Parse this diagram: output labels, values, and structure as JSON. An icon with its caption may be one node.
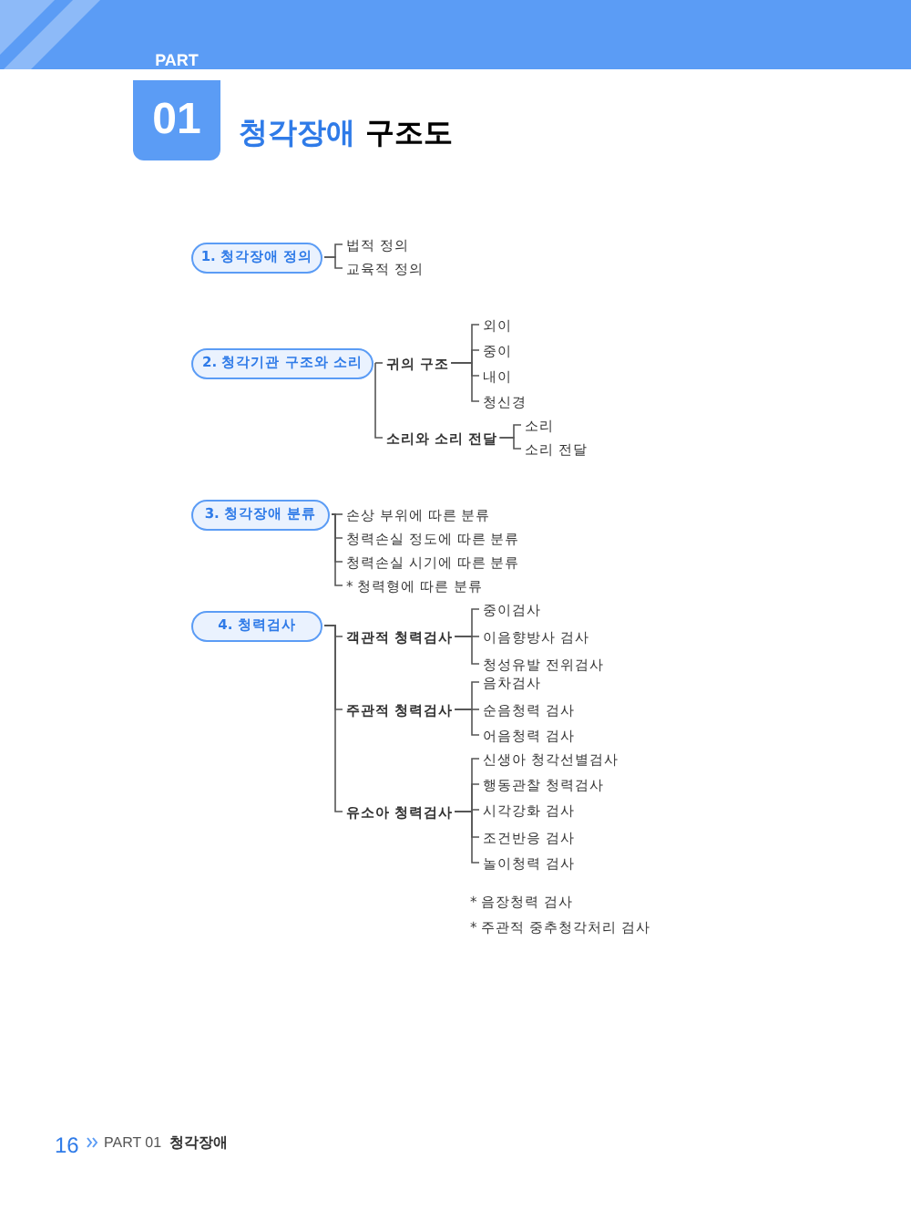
{
  "diagram": {
    "title": "청각장애 구조도",
    "nodes": [
      {
        "text": [
          "1. 청각장애 정의"
        ]
      },
      {
        "text": [
          "법적 정의"
        ]
      },
      {
        "text": [
          "교육적 정의"
        ]
      },
      {
        "text": [
          "2. 청각기관 구조와 소리"
        ]
      },
      {
        "text": [
          "귀의 구조"
        ]
      },
      {
        "text": [
          "외이"
        ]
      },
      {
        "text": [
          "중이"
        ]
      },
      {
        "text": [
          "내이"
        ]
      },
      {
        "text": [
          "청신경"
        ]
      },
      {
        "text": [
          "소리와 소리 전달"
        ]
      },
      {
        "text": [
          "소리"
        ]
      },
      {
        "text": [
          "소리 전달"
        ]
      },
      {
        "text": [
          "3. 청각장애 분류"
        ]
      },
      {
        "text": [
          "손상 부위에 따른 분류"
        ]
      },
      {
        "text": [
          "청력손실 정도에 따른 분류"
        ]
      },
      {
        "text": [
          "청력손실 시기에 따른 분류"
        ]
      },
      {
        "text": [
          "* 청력형에 따른 분류"
        ]
      },
      {
        "text": [
          "4. 청력검사"
        ]
      },
      {
        "text": [
          "객관적 청력검사"
        ]
      },
      {
        "text": [
          "중이검사"
        ]
      },
      {
        "text": [
          "이음향방사 검사"
        ]
      },
      {
        "text": [
          "청성유발 전위검사"
        ]
      },
      {
        "text": [
          "주관적 청력검사"
        ]
      },
      {
        "text": [
          "음차검사"
        ]
      },
      {
        "text": [
          "순음청력 검사"
        ]
      },
      {
        "text": [
          "어음청력 검사"
        ]
      },
      {
        "text": [
          "유소아 청력검사"
        ]
      },
      {
        "text": [
          "신생아 청각선별검사"
        ]
      },
      {
        "text": [
          "행동관찰 청력검사"
        ]
      },
      {
        "text": [
          "시각강화 검사"
        ]
      },
      {
        "text": [
          "조건반응 검사"
        ]
      },
      {
        "text": [
          "놀이청력 검사"
        ]
      }
    ],
    "edges": [
      {
        "from": 0,
        "to": 1,
        "arrow": "none"
      },
      {
        "from": 0,
        "to": 2,
        "arrow": "none"
      },
      {
        "from": 3,
        "to": 4,
        "arrow": "none"
      },
      {
        "from": 3,
        "to": 9,
        "arrow": "none"
      },
      {
        "from": 4,
        "to": 5,
        "arrow": "none"
      },
      {
        "from": 4,
        "to": 6,
        "arrow": "none"
      },
      {
        "from": 4,
        "to": 7,
        "arrow": "none"
      },
      {
        "from": 4,
        "to": 8,
        "arrow": "none"
      },
      {
        "from": 9,
        "to": 10,
        "arrow": "none"
      },
      {
        "from": 9,
        "to": 11,
        "arrow": "none"
      },
      {
        "from": 12,
        "to": 13,
        "arrow": "none"
      },
      {
        "from": 12,
        "to": 14,
        "arrow": "none"
      },
      {
        "from": 12,
        "to": 15,
        "arrow": "none"
      },
      {
        "from": 12,
        "to": 16,
        "arrow": "none"
      },
      {
        "from": 17,
        "to": 18,
        "arrow": "none"
      },
      {
        "from": 17,
        "to": 22,
        "arrow": "none"
      },
      {
        "from": 17,
        "to": 26,
        "arrow": "none"
      },
      {
        "from": 18,
        "to": 19,
        "arrow": "none"
      },
      {
        "from": 18,
        "to": 20,
        "arrow": "none"
      },
      {
        "from": 18,
        "to": 21,
        "arrow": "none"
      },
      {
        "from": 22,
        "to": 23,
        "arrow": "none"
      },
      {
        "from": 22,
        "to": 24,
        "arrow": "none"
      },
      {
        "from": 22,
        "to": 25,
        "arrow": "none"
      },
      {
        "from": 26,
        "to": 27,
        "arrow": "none"
      },
      {
        "from": 26,
        "to": 28,
        "arrow": "none"
      },
      {
        "from": 26,
        "to": 29,
        "arrow": "none"
      },
      {
        "from": 26,
        "to": 30,
        "arrow": "none"
      },
      {
        "from": 26,
        "to": 31,
        "arrow": "none"
      }
    ],
    "labels": [
      "PART",
      "01",
      "* 음장청력 검사",
      "* 주관적 중추청각처리 검사",
      "16",
      "PART 01",
      "청각장애"
    ]
  }
}
